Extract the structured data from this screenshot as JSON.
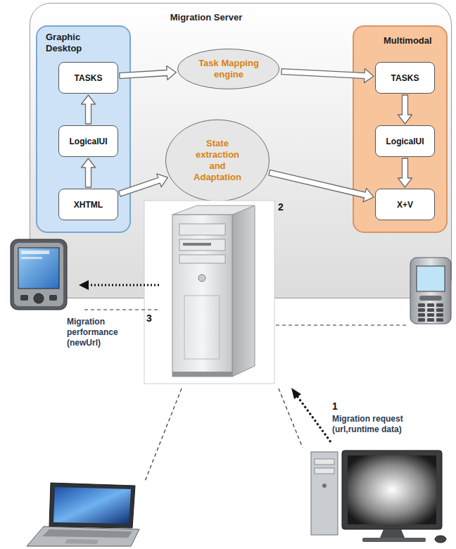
{
  "diagram": {
    "nodes": [
      {
        "text": [
          "Migration Server"
        ]
      },
      {
        "text": [
          "Graphic Desktop"
        ],
        "in": 0
      },
      {
        "text": [
          "TASKS"
        ],
        "in": 1
      },
      {
        "text": [
          "LogicalUI"
        ],
        "in": 1
      },
      {
        "text": [
          "XHTML"
        ],
        "in": 1
      },
      {
        "text": [
          "Task Mapping engine"
        ],
        "in": 0
      },
      {
        "text": [
          "State extraction and Adaptation"
        ],
        "in": 0
      },
      {
        "text": [
          "Multimodal"
        ],
        "in": 0
      },
      {
        "text": [
          "TASKS"
        ],
        "in": 7
      },
      {
        "text": [
          "LogicalUI"
        ],
        "in": 7
      },
      {
        "text": [
          "X+V"
        ],
        "in": 7
      }
    ],
    "edges": [
      {
        "from": 3,
        "to": 2,
        "arrow": "to"
      },
      {
        "from": 4,
        "to": 3,
        "arrow": "to"
      },
      {
        "from": 2,
        "to": 5,
        "arrow": "to"
      },
      {
        "from": 5,
        "to": 8,
        "arrow": "to"
      },
      {
        "from": 4,
        "to": 6,
        "arrow": "to"
      },
      {
        "from": 6,
        "to": 10,
        "arrow": "to"
      },
      {
        "from": 8,
        "to": 9,
        "arrow": "to"
      },
      {
        "from": 9,
        "to": 10,
        "arrow": "to"
      }
    ],
    "labels": [
      "2",
      "3",
      "Migration performance (newUrl)",
      "1",
      "Migration request (url,runtime data)"
    ]
  }
}
